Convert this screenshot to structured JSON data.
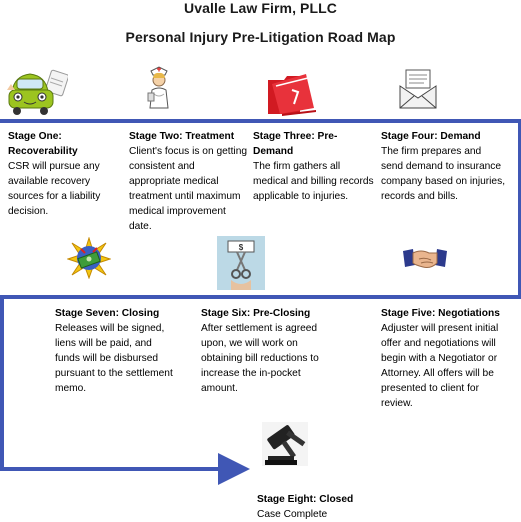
{
  "header": {
    "firm_name": "Uvalle Law Firm, PLLC",
    "doc_title": "Personal Injury Pre-Litigation Road Map"
  },
  "stages": {
    "one": {
      "title": "Stage One: Recoverability",
      "text": "CSR will pursue any available recovery sources for a liability decision.",
      "icon": "car-icon"
    },
    "two": {
      "title": "Stage Two: Treatment",
      "text": "Client's focus is on getting consistent and appropriate medical treatment until maximum medical improvement date.",
      "icon": "nurse-icon"
    },
    "three": {
      "title": "Stage Three: Pre-Demand",
      "text": "The firm gathers all medical and billing records applicable to injuries.",
      "icon": "folder-icon"
    },
    "four": {
      "title": "Stage Four: Demand",
      "text": "The firm prepares and send demand to insurance company based on injuries, records and bills.",
      "icon": "envelope-icon"
    },
    "five": {
      "title": "Stage Five: Negotiations",
      "text": "Adjuster will present initial offer and negotiations will begin with a Negotiator or Attorney. All offers will be presented to client for review.",
      "icon": "handshake-icon"
    },
    "six": {
      "title": "Stage Six: Pre-Closing",
      "text": "After settlement is agreed upon, we will work on obtaining bill reductions to increase the in-pocket amount.",
      "icon": "scissors-icon"
    },
    "seven": {
      "title": "Stage Seven: Closing",
      "text": "Releases will be signed, liens will be paid, and funds will be disbursed pursuant to the settlement memo.",
      "icon": "money-icon"
    },
    "eight": {
      "title": "Stage Eight: Closed",
      "text": "Case Complete",
      "icon": "gavel-icon"
    }
  },
  "colors": {
    "road": "#4057b5",
    "folder": "#e0202a",
    "title": "#1a1a1a"
  }
}
